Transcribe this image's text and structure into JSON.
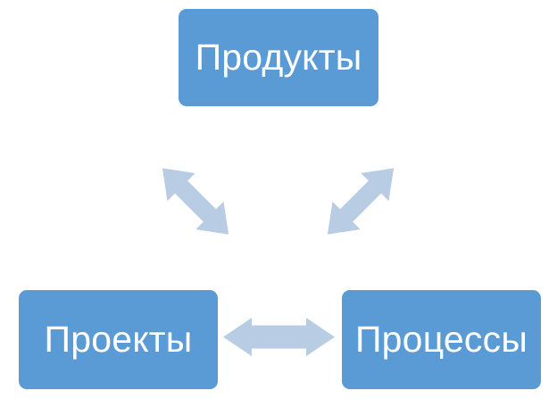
{
  "diagram": {
    "title_text": "",
    "background_color": "#FFFFFF",
    "node_fill_color": "#5B9BD5",
    "node_text_color": "#FFFFFF",
    "arrow_fill_color": "#B8CCE4",
    "nodes": [
      {
        "id": "products",
        "label": "Продукты"
      },
      {
        "id": "projects",
        "label": "Проекты"
      },
      {
        "id": "processes",
        "label": "Процессы"
      }
    ],
    "connectors": [
      {
        "id": "products-projects",
        "kind": "double-headed-arrow",
        "orientation": "diagonal-down-left"
      },
      {
        "id": "products-processes",
        "kind": "double-headed-arrow",
        "orientation": "diagonal-down-right"
      },
      {
        "id": "projects-processes",
        "kind": "double-headed-arrow",
        "orientation": "horizontal"
      }
    ]
  }
}
